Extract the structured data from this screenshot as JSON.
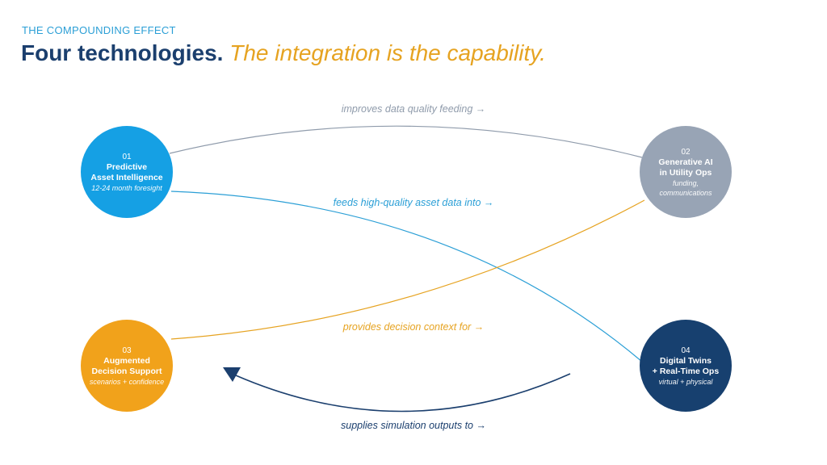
{
  "eyebrow": "THE COMPOUNDING EFFECT",
  "headline": {
    "lead": "Four technologies.",
    "accent": "The integration is the capability."
  },
  "nodes": [
    {
      "num": "01",
      "title_1": "Predictive",
      "title_2": "Asset Intelligence",
      "sub": "12-24 month foresight",
      "color": "#15a0e4"
    },
    {
      "num": "02",
      "title_1": "Generative AI",
      "title_2": "in Utility Ops",
      "sub": "funding, communications",
      "color": "#98a4b5"
    },
    {
      "num": "03",
      "title_1": "Augmented",
      "title_2": "Decision Support",
      "sub": "scenarios + confidence",
      "color": "#f1a21b"
    },
    {
      "num": "04",
      "title_1": "Digital Twins",
      "title_2": "+ Real-Time Ops",
      "sub": "virtual + physical",
      "color": "#17406f"
    }
  ],
  "flows": [
    {
      "label": "improves data quality feeding →",
      "color": "#8f9bab"
    },
    {
      "label": "feeds high-quality asset data into →",
      "color": "#2b9fd6"
    },
    {
      "label": "provides decision context for →",
      "color": "#e6a321"
    },
    {
      "label": "supplies simulation outputs to →",
      "color": "#1b3f6e"
    }
  ]
}
